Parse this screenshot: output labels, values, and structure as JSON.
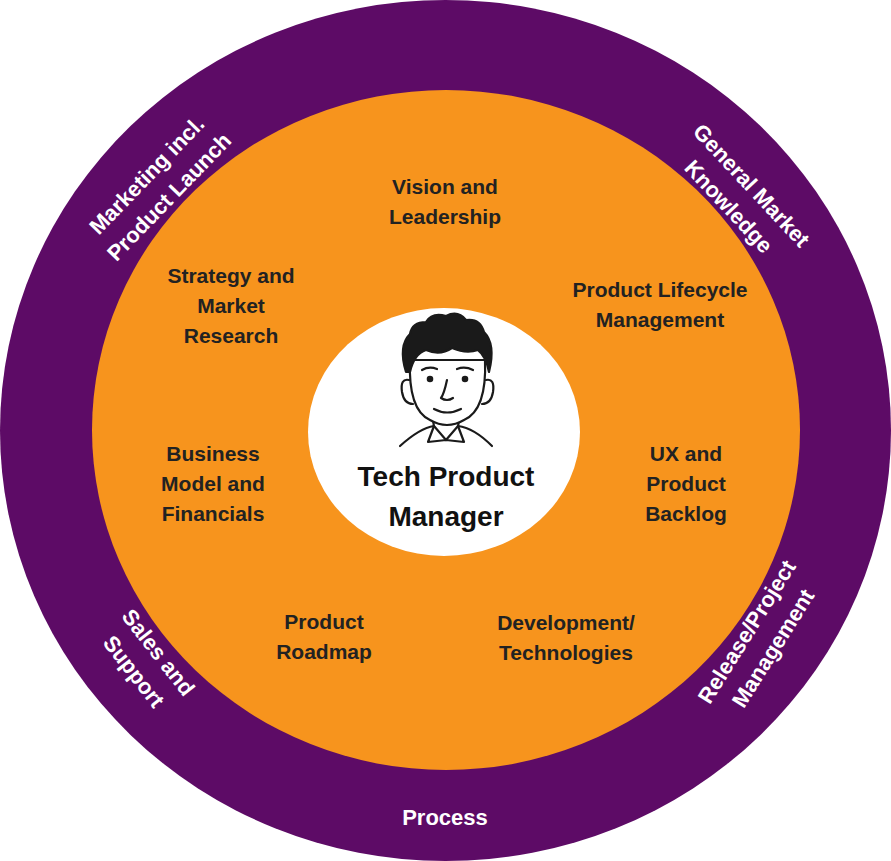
{
  "diagram": {
    "nodes": [
      {
        "text": [
          "Marketing incl. Product Launch",
          "General Market Knowledge",
          "Release/Project Management",
          "Process",
          "Sales and Support"
        ]
      },
      {
        "text": [
          "Vision and Leadership",
          "Strategy and Market Research",
          "Product Lifecycle Management",
          "Business Model and Financials",
          "UX and Product Backlog",
          "Product Roadmap",
          "Development/ Technologies"
        ],
        "in": 0
      },
      {
        "text": [
          "Tech Product Manager"
        ],
        "in": 1
      }
    ]
  }
}
